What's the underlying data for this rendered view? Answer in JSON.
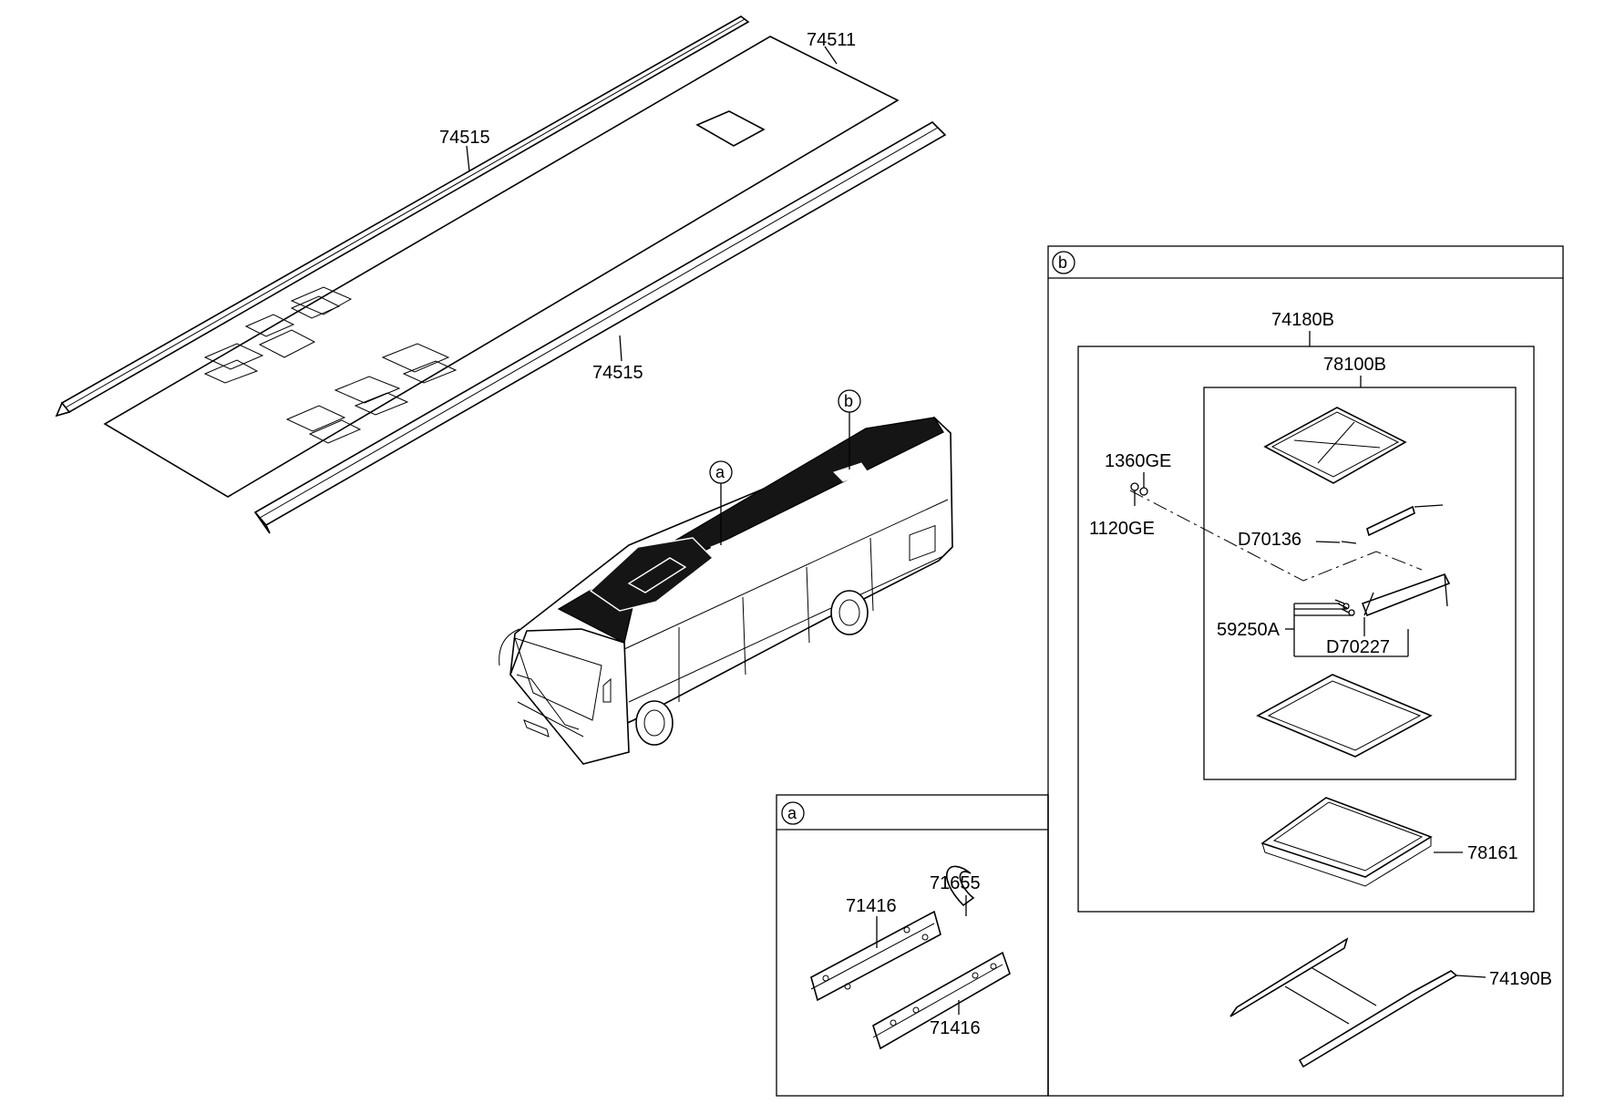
{
  "callouts": {
    "a": "a",
    "b": "b"
  },
  "labels": {
    "roof_panel": "74511",
    "roof_rail_left": "74515",
    "roof_rail_right": "74515",
    "hatch_assembly": "74180B",
    "hatch_sub_assembly": "78100B",
    "screw_1360": "1360GE",
    "washer_1120": "1120GE",
    "pin_d70136": "D70136",
    "fastener_59250": "59250A",
    "pin_d70227": "D70227",
    "frame_78161": "78161",
    "bracket_74190": "74190B",
    "bracket_71416_upper": "71416",
    "hose_71655": "71655",
    "bracket_71416_lower": "71416"
  },
  "colors": {
    "line": "#000000",
    "roof_fill": "#151515",
    "background": "#ffffff"
  }
}
